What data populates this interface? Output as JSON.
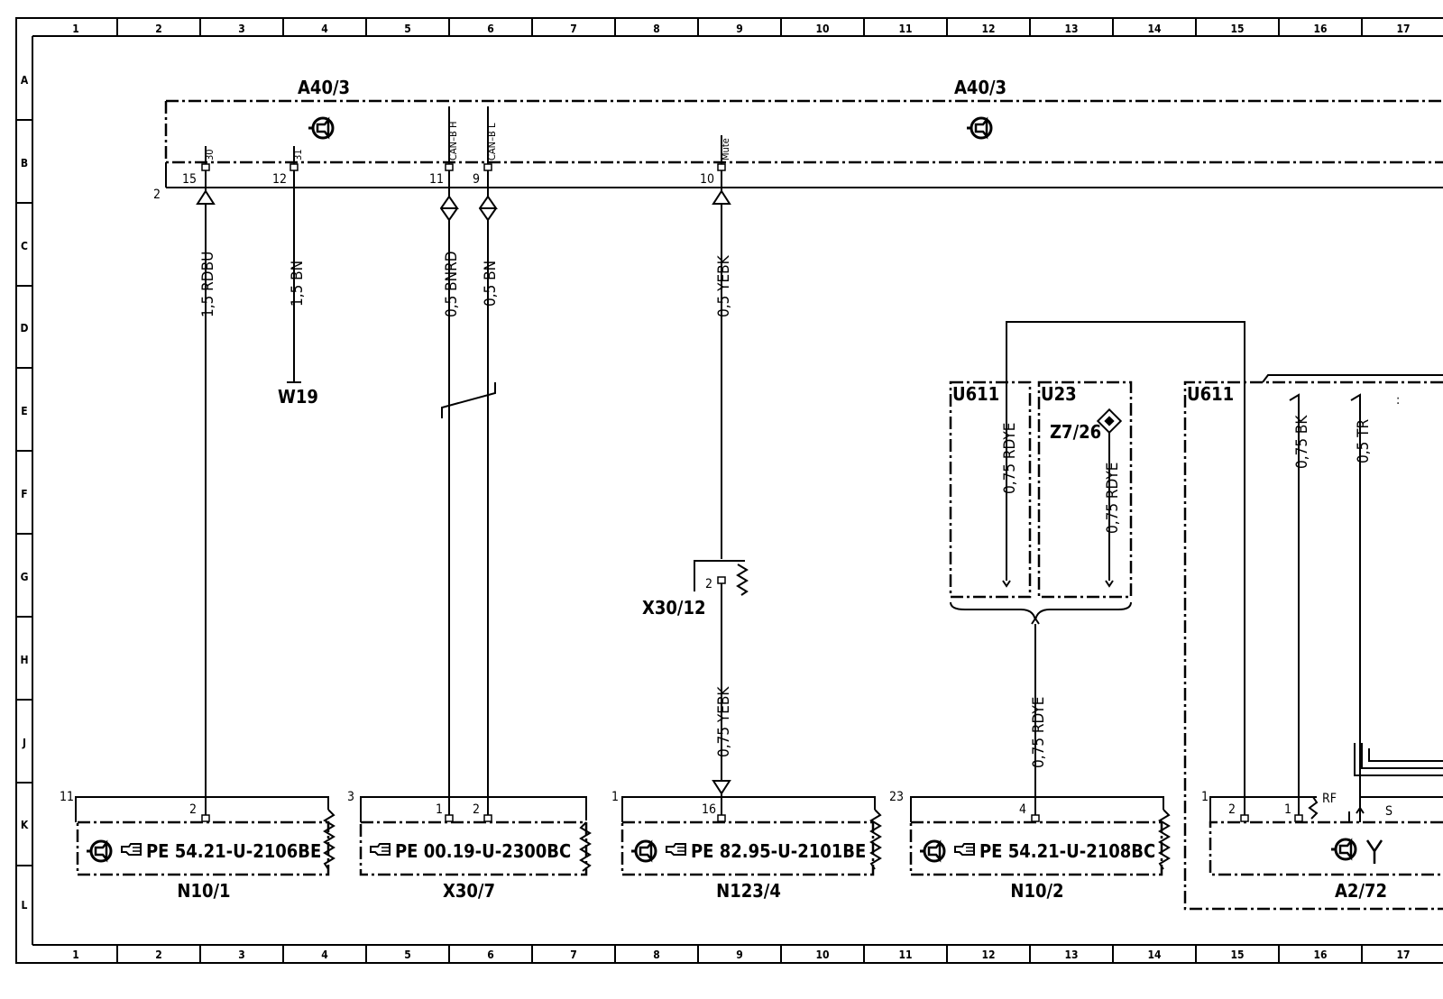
{
  "ruler": {
    "columns": [
      "1",
      "2",
      "3",
      "4",
      "5",
      "6",
      "7",
      "8",
      "9",
      "10",
      "11",
      "12",
      "13",
      "14",
      "15",
      "16",
      "17"
    ],
    "rows": [
      "A",
      "B",
      "C",
      "D",
      "E",
      "F",
      "G",
      "H",
      "J",
      "K",
      "L"
    ]
  },
  "top_units": [
    {
      "label": "A40/3"
    },
    {
      "label": "A40/3"
    }
  ],
  "bus_number": "2",
  "top_pins": [
    {
      "num": "15",
      "signal": "30"
    },
    {
      "num": "12",
      "signal": "31"
    },
    {
      "num": "11",
      "signal": "CAN–B H"
    },
    {
      "num": "9",
      "signal": "CAN–B L"
    },
    {
      "num": "10",
      "signal": "Mute"
    }
  ],
  "wires": [
    {
      "label": "1,5 RDBU"
    },
    {
      "label": "1,5 BN"
    },
    {
      "label": "0,5 BNRD"
    },
    {
      "label": "0,5 BN"
    },
    {
      "label": "0,5 YEBK"
    },
    {
      "label": "0,75 YEBK"
    },
    {
      "label": "0,75 RDYE"
    },
    {
      "label": "0,75 RDYE"
    },
    {
      "label": "0,75 RDYE"
    },
    {
      "label": "0,75 BK"
    },
    {
      "label": "0,5 TR"
    }
  ],
  "ground": {
    "label": "W19"
  },
  "connector": {
    "label": "X30/12",
    "pin": "2"
  },
  "groups": [
    {
      "label": "U611"
    },
    {
      "label": "U23"
    },
    {
      "label": "U611"
    }
  ],
  "splice": {
    "label": "Z7/26"
  },
  "rf_label": "RF",
  "s_label": "S",
  "bottom_components": [
    {
      "name": "N10/1",
      "ref": "PE  54.21-U-2106BE",
      "ext_pin": "11",
      "pins": [
        "2"
      ]
    },
    {
      "name": "X30/7",
      "ref": "PE  00.19-U-2300BC",
      "ext_pin": "3",
      "pins": [
        "1",
        "2"
      ]
    },
    {
      "name": "N123/4",
      "ref": "PE  82.95-U-2101BE",
      "ext_pin": "1",
      "pins": [
        "16"
      ]
    },
    {
      "name": "N10/2",
      "ref": "PE  54.21-U-2108BC",
      "ext_pin": "23",
      "pins": [
        "4"
      ]
    },
    {
      "name": "A2/72",
      "ref": "",
      "ext_pin": "1",
      "pins": [
        "2",
        "1"
      ]
    }
  ]
}
